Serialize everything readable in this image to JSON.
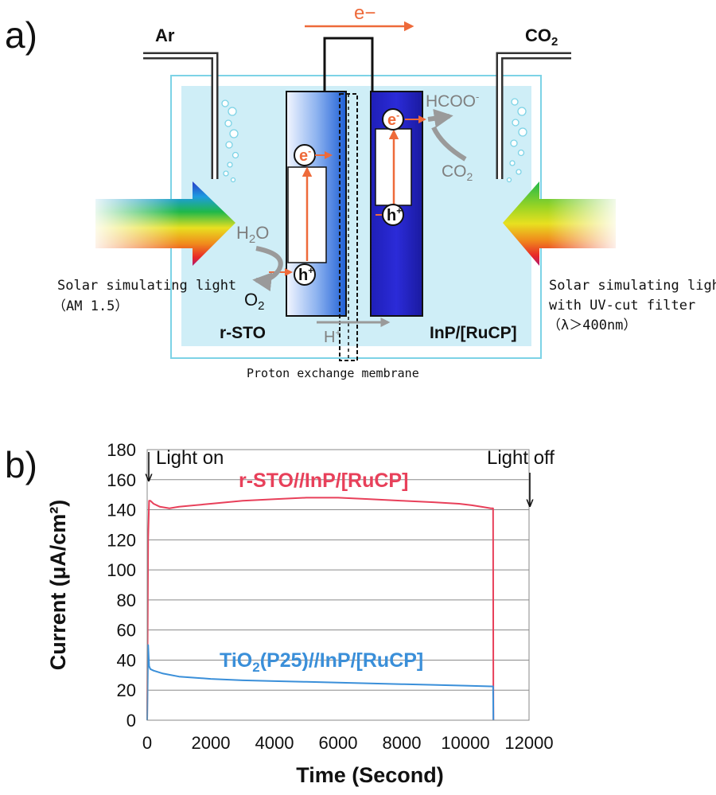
{
  "panel_a": {
    "label": "a)",
    "gas_left": "Ar",
    "gas_right": "CO",
    "gas_right_sub": "2",
    "electron_flow": "e−",
    "anode_name": "r-STO",
    "cathode_name": "InP/[RuCP]",
    "membrane_label": "Proton exchange membrane",
    "left_light_line1": "Solar simulating light",
    "left_light_line2": "（AM 1.5）",
    "right_light_line1": "Solar simulating light",
    "right_light_line2": "with UV-cut filter",
    "right_light_line3": "（λ＞400nm）",
    "h2o_main": "H",
    "h2o_sub": "2",
    "h2o_tail": "O",
    "o2_main": "O",
    "o2_sub": "2",
    "proton_main": "H",
    "proton_sup": "+",
    "hcoo_main": "HCOO",
    "hcoo_sup": "-",
    "co2_main": "CO",
    "co2_sub": "2",
    "electron_symbol": "e",
    "electron_sup": "-",
    "hole_symbol": "h",
    "hole_sup": "+",
    "colors": {
      "solution": "#cfeef7",
      "tank_border": "#7dd3e6",
      "anode_blue": "#1e5fd6",
      "cathode_blue": "#1f1fb8",
      "orange_arrow": "#ee6a3a",
      "gray_arrow": "#9a9a9a"
    }
  },
  "panel_b": {
    "label": "b)",
    "annotation_on": "Light on",
    "annotation_off": "Light off",
    "chart_data": {
      "type": "line",
      "title": "",
      "xlabel": "Time (Second)",
      "ylabel": "Current (μA/cm²)",
      "xlim": [
        0,
        12000
      ],
      "ylim": [
        0,
        180
      ],
      "xticks": [
        "0",
        "2000",
        "4000",
        "6000",
        "8000",
        "10000",
        "12000"
      ],
      "yticks": [
        "0",
        "20",
        "40",
        "60",
        "80",
        "100",
        "120",
        "140",
        "160",
        "180"
      ],
      "grid": "horizontal",
      "series": [
        {
          "name": "r-STO//InP/[RuCP]",
          "color": "#e8405a",
          "x": [
            0,
            30,
            60,
            100,
            200,
            400,
            700,
            1000,
            2000,
            3000,
            4000,
            5000,
            6000,
            7000,
            8000,
            9000,
            9800,
            10200,
            10500,
            10800,
            10870,
            10880
          ],
          "y": [
            0,
            120,
            146,
            146,
            144,
            142,
            141,
            142,
            144,
            146,
            147,
            148,
            148,
            147,
            146,
            145,
            144,
            143,
            142,
            141,
            141,
            0
          ]
        },
        {
          "name": "TiO₂(P25)//InP/[RuCP]",
          "name_main": "TiO",
          "name_sub": "2",
          "name_tail": "(P25)//InP/[RuCP]",
          "color": "#3a8fd9",
          "x": [
            0,
            30,
            60,
            100,
            200,
            500,
            1000,
            2000,
            3000,
            4000,
            5000,
            6000,
            7000,
            8000,
            9000,
            10000,
            10800,
            10870,
            10880
          ],
          "y": [
            0,
            50,
            36,
            34,
            33,
            31,
            29,
            27.5,
            26.5,
            26,
            25.5,
            25,
            24.5,
            24,
            23.5,
            23,
            22.5,
            22.5,
            0
          ]
        }
      ]
    }
  }
}
